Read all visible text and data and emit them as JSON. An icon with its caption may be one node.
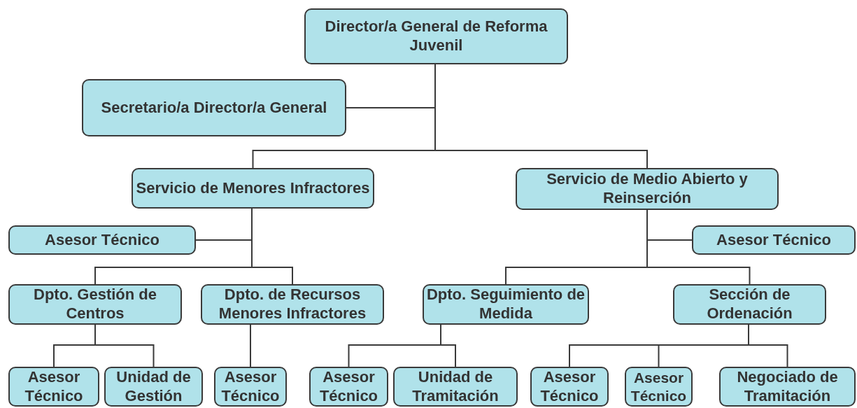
{
  "diagram": {
    "nodes": [
      {
        "text": [
          "Director/a General de Reforma Juvenil"
        ]
      },
      {
        "text": [
          "Secretario/a Director/a General"
        ]
      },
      {
        "text": [
          "Servicio de Menores Infractores"
        ]
      },
      {
        "text": [
          "Servicio de Medio Abierto y Reinserción"
        ]
      },
      {
        "text": [
          "Asesor Técnico"
        ]
      },
      {
        "text": [
          "Asesor Técnico"
        ]
      },
      {
        "text": [
          "Dpto. Gestión de Centros"
        ]
      },
      {
        "text": [
          "Dpto. de Recursos Menores Infractores"
        ]
      },
      {
        "text": [
          "Dpto. Seguimiento de Medida"
        ]
      },
      {
        "text": [
          "Sección de Ordenación"
        ]
      },
      {
        "text": [
          "Asesor Técnico"
        ]
      },
      {
        "text": [
          "Unidad de Gestión"
        ]
      },
      {
        "text": [
          "Asesor Técnico"
        ]
      },
      {
        "text": [
          "Asesor Técnico"
        ]
      },
      {
        "text": [
          "Unidad de Tramitación"
        ]
      },
      {
        "text": [
          "Asesor Técnico"
        ]
      },
      {
        "text": [
          "Asesor Técnico"
        ]
      },
      {
        "text": [
          "Negociado de Tramitación"
        ]
      }
    ],
    "edges": [
      {
        "from": 0,
        "to": 1,
        "arrow": "none"
      },
      {
        "from": 0,
        "to": 2,
        "arrow": "none"
      },
      {
        "from": 0,
        "to": 3,
        "arrow": "none"
      },
      {
        "from": 2,
        "to": 4,
        "arrow": "none"
      },
      {
        "from": 2,
        "to": 6,
        "arrow": "none"
      },
      {
        "from": 2,
        "to": 7,
        "arrow": "none"
      },
      {
        "from": 3,
        "to": 5,
        "arrow": "none"
      },
      {
        "from": 3,
        "to": 8,
        "arrow": "none"
      },
      {
        "from": 3,
        "to": 9,
        "arrow": "none"
      },
      {
        "from": 6,
        "to": 10,
        "arrow": "none"
      },
      {
        "from": 6,
        "to": 11,
        "arrow": "none"
      },
      {
        "from": 7,
        "to": 12,
        "arrow": "none"
      },
      {
        "from": 8,
        "to": 13,
        "arrow": "none"
      },
      {
        "from": 8,
        "to": 14,
        "arrow": "none"
      },
      {
        "from": 9,
        "to": 15,
        "arrow": "none"
      },
      {
        "from": 9,
        "to": 16,
        "arrow": "none"
      },
      {
        "from": 9,
        "to": 17,
        "arrow": "none"
      }
    ]
  }
}
